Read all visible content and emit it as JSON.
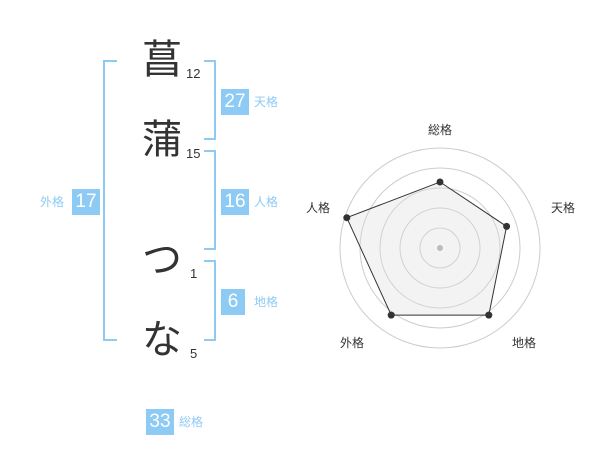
{
  "name": {
    "chars": [
      {
        "char": "菖",
        "strokes": "12"
      },
      {
        "char": "蒲",
        "strokes": "15"
      },
      {
        "char": "つ",
        "strokes": "1"
      },
      {
        "char": "な",
        "strokes": "5"
      }
    ]
  },
  "kakusu": {
    "tenkaku": {
      "value": "27",
      "label": "天格"
    },
    "jinkaku": {
      "value": "16",
      "label": "人格"
    },
    "chikaku": {
      "value": "6",
      "label": "地格"
    },
    "gaikaku": {
      "value": "17",
      "label": "外格"
    },
    "soukaku": {
      "value": "33",
      "label": "総格"
    }
  },
  "colors": {
    "accent": "#8ecbf4",
    "text": "#333333",
    "grid": "#cccccc"
  },
  "chart_data": {
    "type": "radar",
    "axes": [
      "総格",
      "天格",
      "地格",
      "外格",
      "人格"
    ],
    "values": [
      0.66,
      0.7,
      0.83,
      0.83,
      0.98
    ],
    "range": [
      0,
      1
    ],
    "rings": 5
  }
}
